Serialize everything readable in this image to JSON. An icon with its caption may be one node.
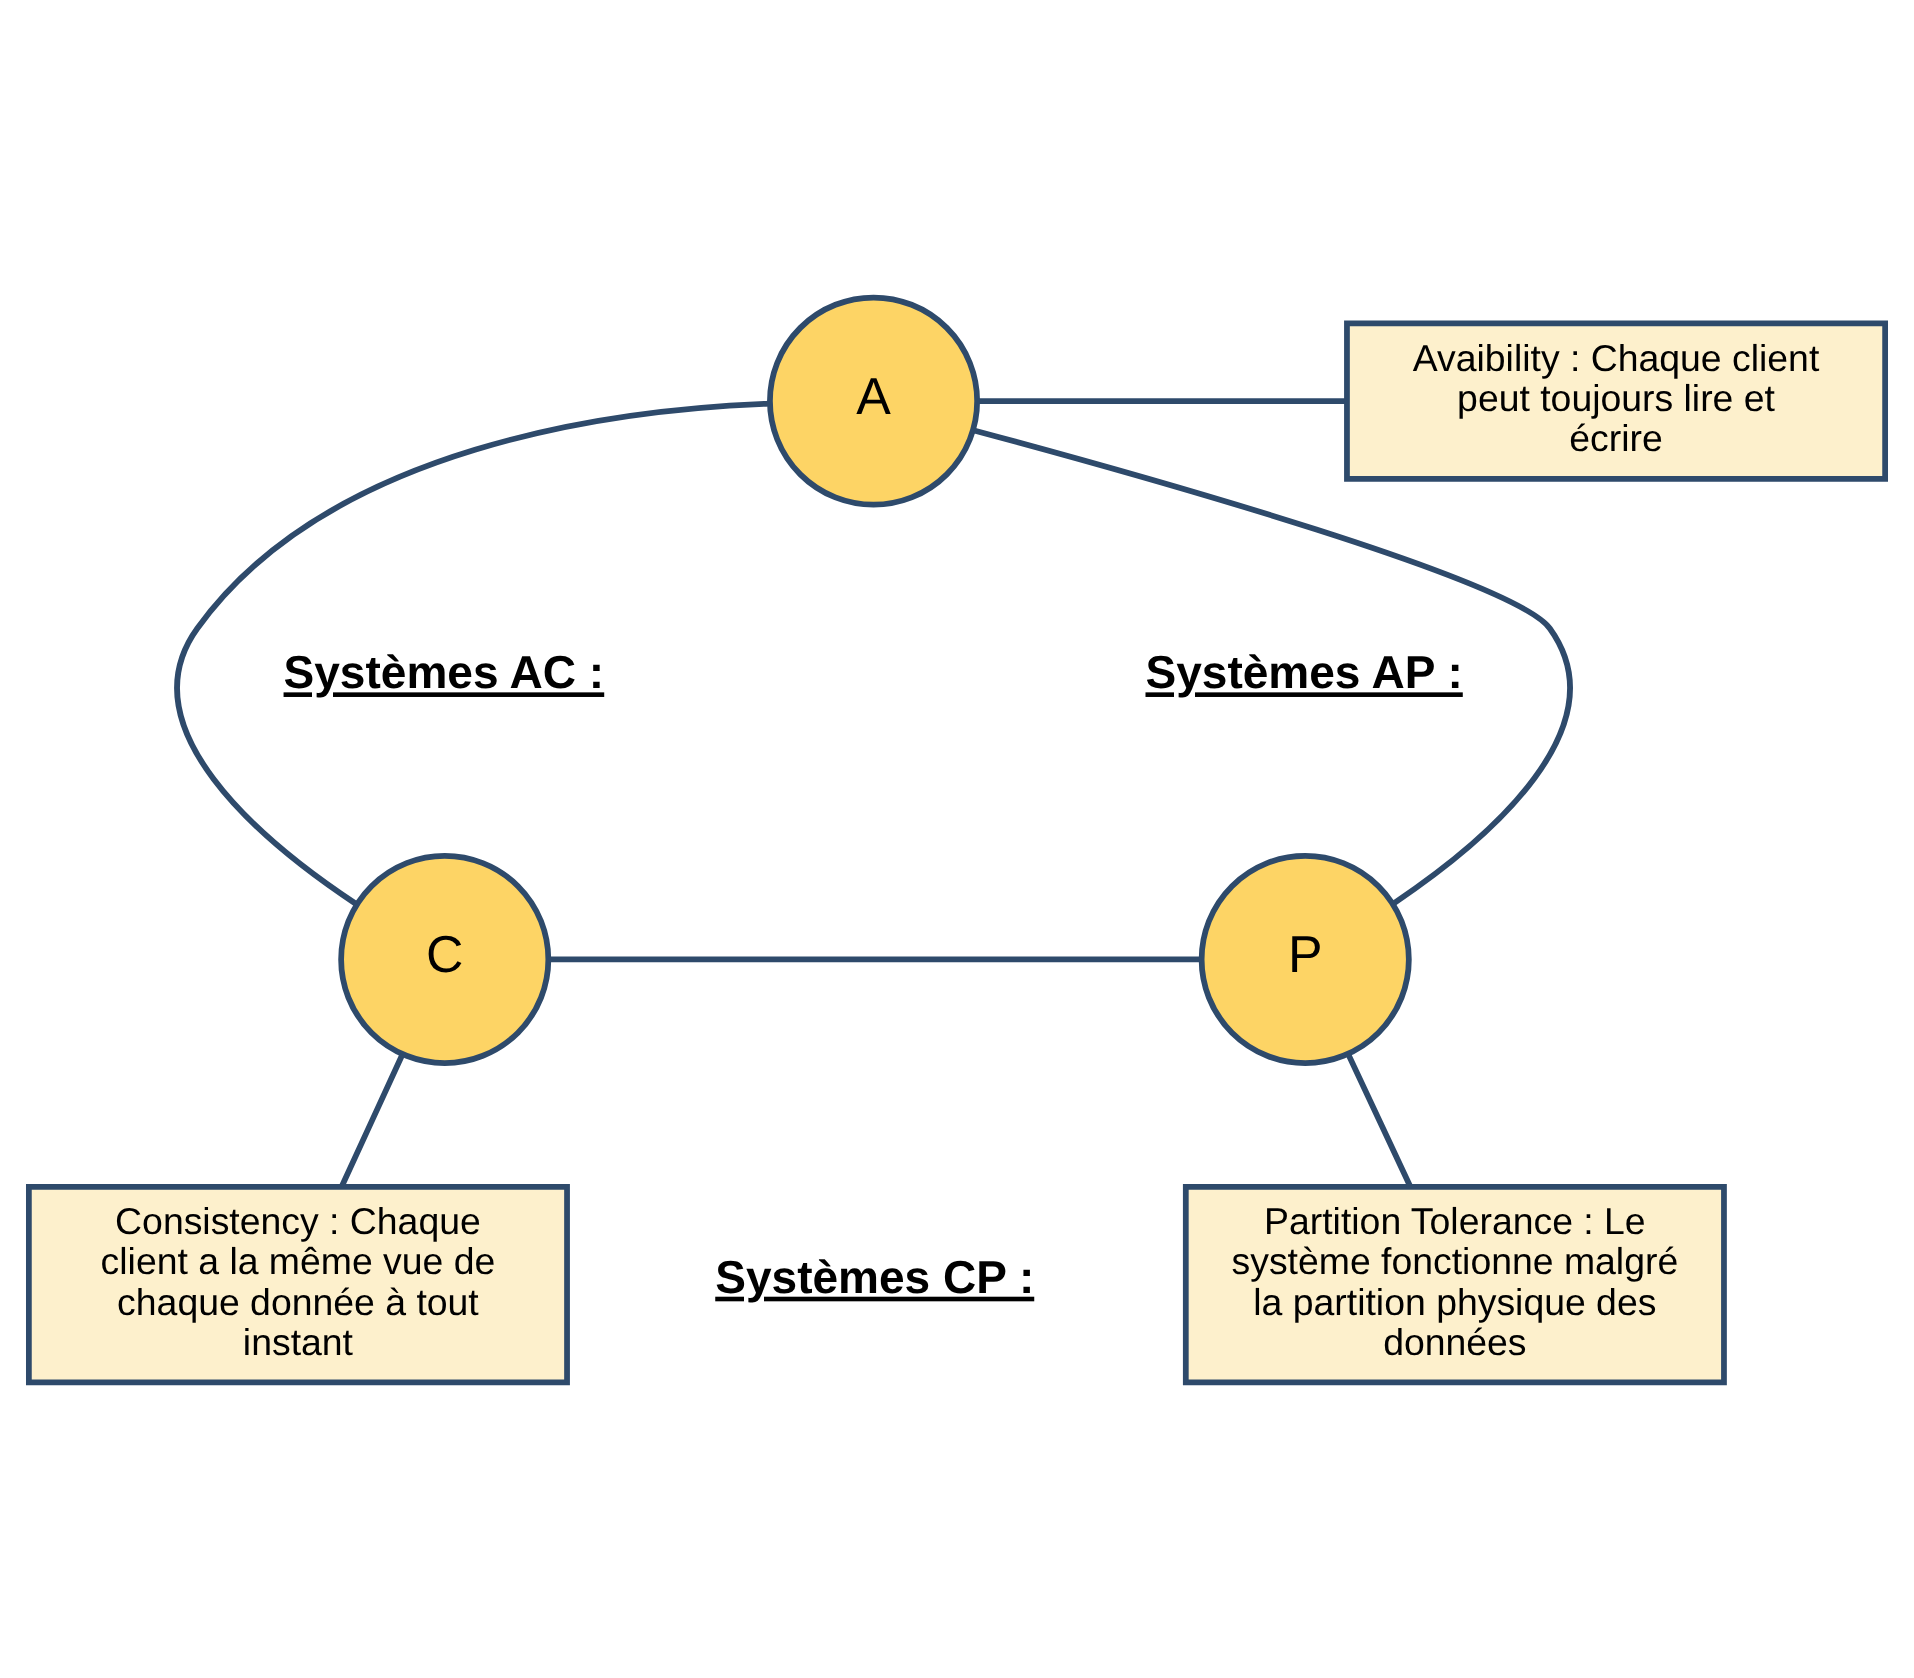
{
  "diagram": {
    "nodes": [
      {
        "text": [
          "A"
        ]
      },
      {
        "text": [
          "Avaibility : Chaque client peut toujours lire et écrire"
        ]
      },
      {
        "text": [
          "C"
        ]
      },
      {
        "text": [
          "P"
        ]
      },
      {
        "text": [
          "Consistency : Chaque client a la même vue de chaque donnée à tout instant"
        ]
      },
      {
        "text": [
          "Partition Tolerance : Le système fonctionne malgré la partition physique des données"
        ]
      }
    ],
    "edges": [
      {
        "from": 0,
        "to": 2,
        "arrow": "none"
      },
      {
        "from": 0,
        "to": 3,
        "arrow": "none"
      },
      {
        "from": 2,
        "to": 3,
        "arrow": "none"
      },
      {
        "from": 0,
        "to": 1,
        "arrow": "none"
      },
      {
        "from": 2,
        "to": 4,
        "arrow": "none"
      },
      {
        "from": 3,
        "to": 5,
        "arrow": "none"
      }
    ],
    "labels": [
      "Systèmes AC :",
      "Systèmes AP :",
      "Systèmes CP :"
    ]
  }
}
